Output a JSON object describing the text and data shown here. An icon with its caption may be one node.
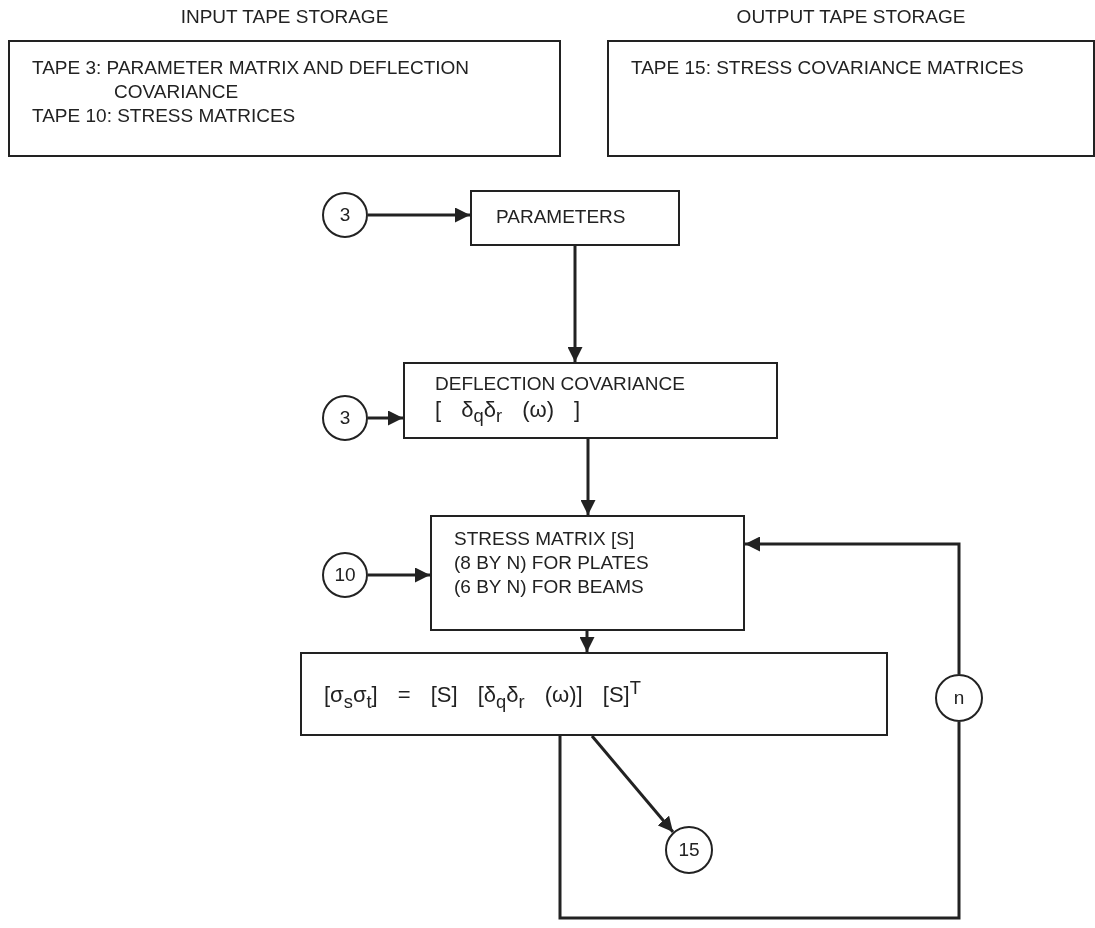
{
  "diagram": {
    "nodes": [
      {
        "text": [
          "INPUT TAPE STORAGE",
          "TAPE 3: PARAMETER MATRIX AND DEFLECTION COVARIANCE",
          "TAPE 10: STRESS MATRICES"
        ]
      },
      {
        "text": [
          "OUTPUT TAPE STORAGE",
          "TAPE 15: STRESS COVARIANCE MATRICES"
        ]
      },
      {
        "text": [
          "3"
        ]
      },
      {
        "text": [
          "PARAMETERS"
        ]
      },
      {
        "text": [
          "3"
        ]
      },
      {
        "text": [
          "DEFLECTION COVARIANCE",
          "[ δ$_{q}$δ$_{r}$ (ω) ]"
        ]
      },
      {
        "text": [
          "10"
        ]
      },
      {
        "text": [
          "STRESS MATRIX [S]",
          "(8 BY N) FOR PLATES",
          "(6 BY N) FOR BEAMS"
        ]
      },
      {
        "text": [
          "[σ$_{s}$σ$_{t}$] = [S] [δ$_{q}$δ$_{r}$ (ω)] [S]$^{T}$"
        ]
      },
      {
        "text": [
          "15"
        ]
      },
      {
        "text": [
          "n"
        ]
      }
    ],
    "edges": [
      {
        "from": 2,
        "to": 3,
        "arrow": "to"
      },
      {
        "from": 3,
        "to": 5,
        "arrow": "to"
      },
      {
        "from": 4,
        "to": 5,
        "arrow": "to"
      },
      {
        "from": 5,
        "to": 7,
        "arrow": "to"
      },
      {
        "from": 6,
        "to": 7,
        "arrow": "to"
      },
      {
        "from": 7,
        "to": 8,
        "arrow": "to"
      },
      {
        "from": 8,
        "to": 9,
        "arrow": "to"
      },
      {
        "from": 8,
        "to": 10,
        "arrow": "none"
      },
      {
        "from": 10,
        "to": 7,
        "arrow": "to"
      }
    ]
  }
}
